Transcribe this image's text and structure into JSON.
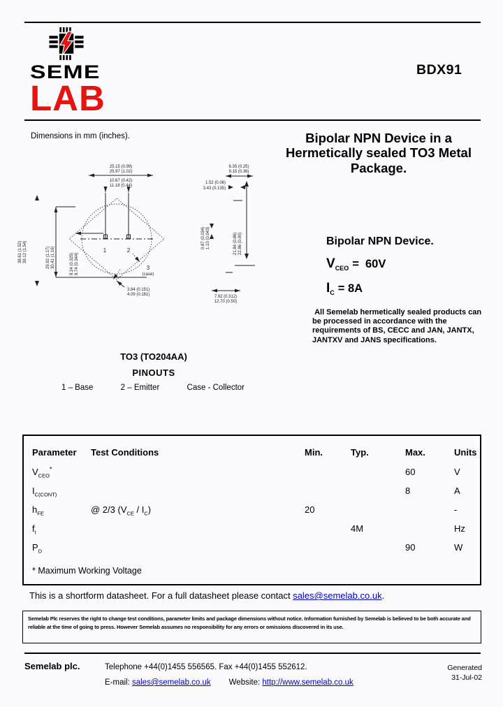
{
  "colors": {
    "brand_red": "#e8130e",
    "link_blue": "#0000cc",
    "text_black": "#000000",
    "page_background": "#fbfbfe"
  },
  "header": {
    "brand_line1": "SEME",
    "brand_line2": "LAB",
    "part_number": "BDX91"
  },
  "intro": {
    "dimensions_note": "Dimensions in mm (inches).",
    "package_title": "Bipolar NPN Device in a Hermetically sealed TO3 Metal Package."
  },
  "device": {
    "heading": "Bipolar NPN Device.",
    "vceo": {
      "symbol": "V",
      "subscript": "CEO",
      "value": "=  60V"
    },
    "ic": {
      "symbol": "I",
      "subscript": "C",
      "value": "= 8A"
    },
    "note": " All Semelab hermetically sealed products can be processed in accordance with the requirements of BS, CECC and JAN, JANTX, JANTXV and JANS specifications."
  },
  "drawing": {
    "fv_top1": "25.15 (0.99)",
    "fv_top2": "25.97 (1.02)",
    "fv_pins1": "10.67 (0.42)",
    "fv_pins2": "11.18 (0.44)",
    "fv_left_outer1": "38.61 (1.52)",
    "fv_left_outer2": "39.12 (1.54)",
    "fv_left_inner1": "29.92 (1.17)",
    "fv_left_inner2": "30.41 (1.19)",
    "fv_left_small1": "8.24 (0.325)",
    "fv_left_small2": "8.74 (0.344)",
    "pin1": "1",
    "pin2": "2",
    "pin3": "3",
    "pin3_case": "(case)",
    "fv_lead1": "3.84 (0.151)",
    "fv_lead2": "4.09 (0.161)",
    "sv_top1": "6.35 (0.25)",
    "sv_top2": "9.15 (0.36)",
    "sv_cap1": "1.52 (0.06)",
    "sv_cap2": "3.43 (0.135)",
    "sv_pin_dia1": "0.87 (0.034)",
    "sv_pin_dia2": "1.10 (0.043)",
    "sv_height1": "21.84 (0.86)",
    "sv_height2": "22.86 (0.90)",
    "sv_lead1": "7.92 (0.312)",
    "sv_lead2": "12.70 (0.50)"
  },
  "pinout": {
    "package_name": "TO3 (TO204AA)",
    "title": "PINOUTS",
    "pin1": "1 – Base",
    "pin2": "2 – Emitter",
    "pin3": "Case - Collector"
  },
  "table": {
    "headers": {
      "parameter": "Parameter",
      "test_conditions": "Test Conditions",
      "min": "Min.",
      "typ": "Typ.",
      "max": "Max.",
      "units": "Units"
    },
    "rows": [
      {
        "param": "V",
        "param_sub": "CEO",
        "param_sup": "*",
        "cond_pre": "",
        "cond_sub1": "",
        "cond_mid": "",
        "cond_sub2": "",
        "cond_post": "",
        "min": "",
        "typ": "",
        "max": "60",
        "units": "V"
      },
      {
        "param": "I",
        "param_sub": "C(CONT)",
        "param_sup": "",
        "cond_pre": "",
        "cond_sub1": "",
        "cond_mid": "",
        "cond_sub2": "",
        "cond_post": "",
        "min": "",
        "typ": "",
        "max": "8",
        "units": "A"
      },
      {
        "param": "h",
        "param_sub": "FE",
        "param_sup": "",
        "cond_pre": "@ 2/3 (V",
        "cond_sub1": "CE",
        "cond_mid": " / I",
        "cond_sub2": "C",
        "cond_post": ")",
        "min": "20",
        "typ": "",
        "max": "",
        "units": "-"
      },
      {
        "param": "f",
        "param_sub": "t",
        "param_sup": "",
        "cond_pre": "",
        "cond_sub1": "",
        "cond_mid": "",
        "cond_sub2": "",
        "cond_post": "",
        "min": "",
        "typ": "4M",
        "max": "",
        "units": "Hz"
      },
      {
        "param": "P",
        "param_sub": "D",
        "param_sup": "",
        "cond_pre": "",
        "cond_sub1": "",
        "cond_mid": "",
        "cond_sub2": "",
        "cond_post": "",
        "min": "",
        "typ": "",
        "max": "90",
        "units": "W"
      }
    ],
    "footnote": "* Maximum Working Voltage"
  },
  "shortform": {
    "text": "This is a shortform datasheet. For a full datasheet please contact ",
    "link": "sales@semelab.co.uk",
    "suffix": "."
  },
  "disclaimer": "Semelab Plc reserves the right to change test conditions, parameter limits and package dimensions without notice. Information furnished by Semelab is believed to be both accurate and reliable at the time of going to press. However Semelab assumes no responsibility for any errors or omissions discovered in its use.",
  "footer": {
    "company": "Semelab plc.",
    "contact_line": "Telephone +44(0)1455 556565. Fax +44(0)1455 552612.",
    "email_label": "E-mail: ",
    "email_link": "sales@semelab.co.uk",
    "website_label": "Website: ",
    "website_link": "http://www.semelab.co.uk",
    "generated_label": "Generated",
    "generated_date": "31-Jul-02"
  }
}
